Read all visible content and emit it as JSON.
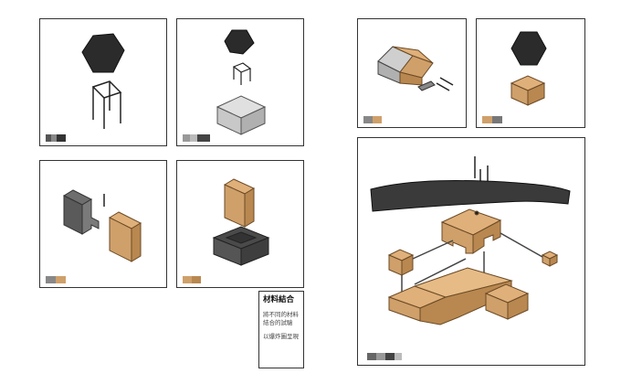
{
  "note": {
    "title": "材料結合",
    "line1": "將不同的材料結合的試驗",
    "line2": "以爆炸圖呈現"
  },
  "colors": {
    "ink": "#2b2b2b",
    "wood": "#cfa06a",
    "wood_dark": "#a9743f",
    "concrete": "#bdbdbd",
    "metal": "#6f6f6f"
  }
}
